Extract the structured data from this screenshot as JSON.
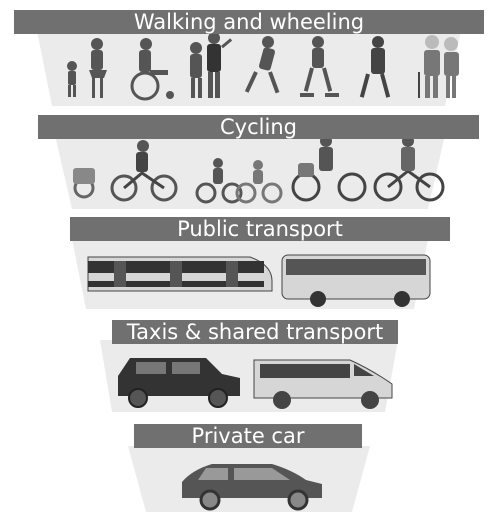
{
  "hierarchy": [
    {
      "label": "Walking and wheeling",
      "icons": [
        "child-walking-icon",
        "woman-walking-icon",
        "wheelchair-user-icon",
        "family-walking-icon",
        "runner-icon",
        "rollerblader-icon",
        "man-walking-icon",
        "elderly-couple-icon"
      ]
    },
    {
      "label": "Cycling",
      "icons": [
        "bike-trailer-cyclist-icon",
        "child-cyclists-icon",
        "cargo-cyclist-icon",
        "cyclist-icon"
      ]
    },
    {
      "label": "Public transport",
      "icons": [
        "train-icon",
        "bus-icon"
      ]
    },
    {
      "label": "Taxis & shared transport",
      "icons": [
        "taxi-icon",
        "minibus-icon"
      ]
    },
    {
      "label": "Private car",
      "icons": [
        "car-icon"
      ]
    }
  ],
  "colors": {
    "band": "#707070",
    "band_text": "#ffffff",
    "panel": "#ebebeb",
    "vehicle_dark": "#333333",
    "vehicle_light": "#d6d6d6"
  }
}
